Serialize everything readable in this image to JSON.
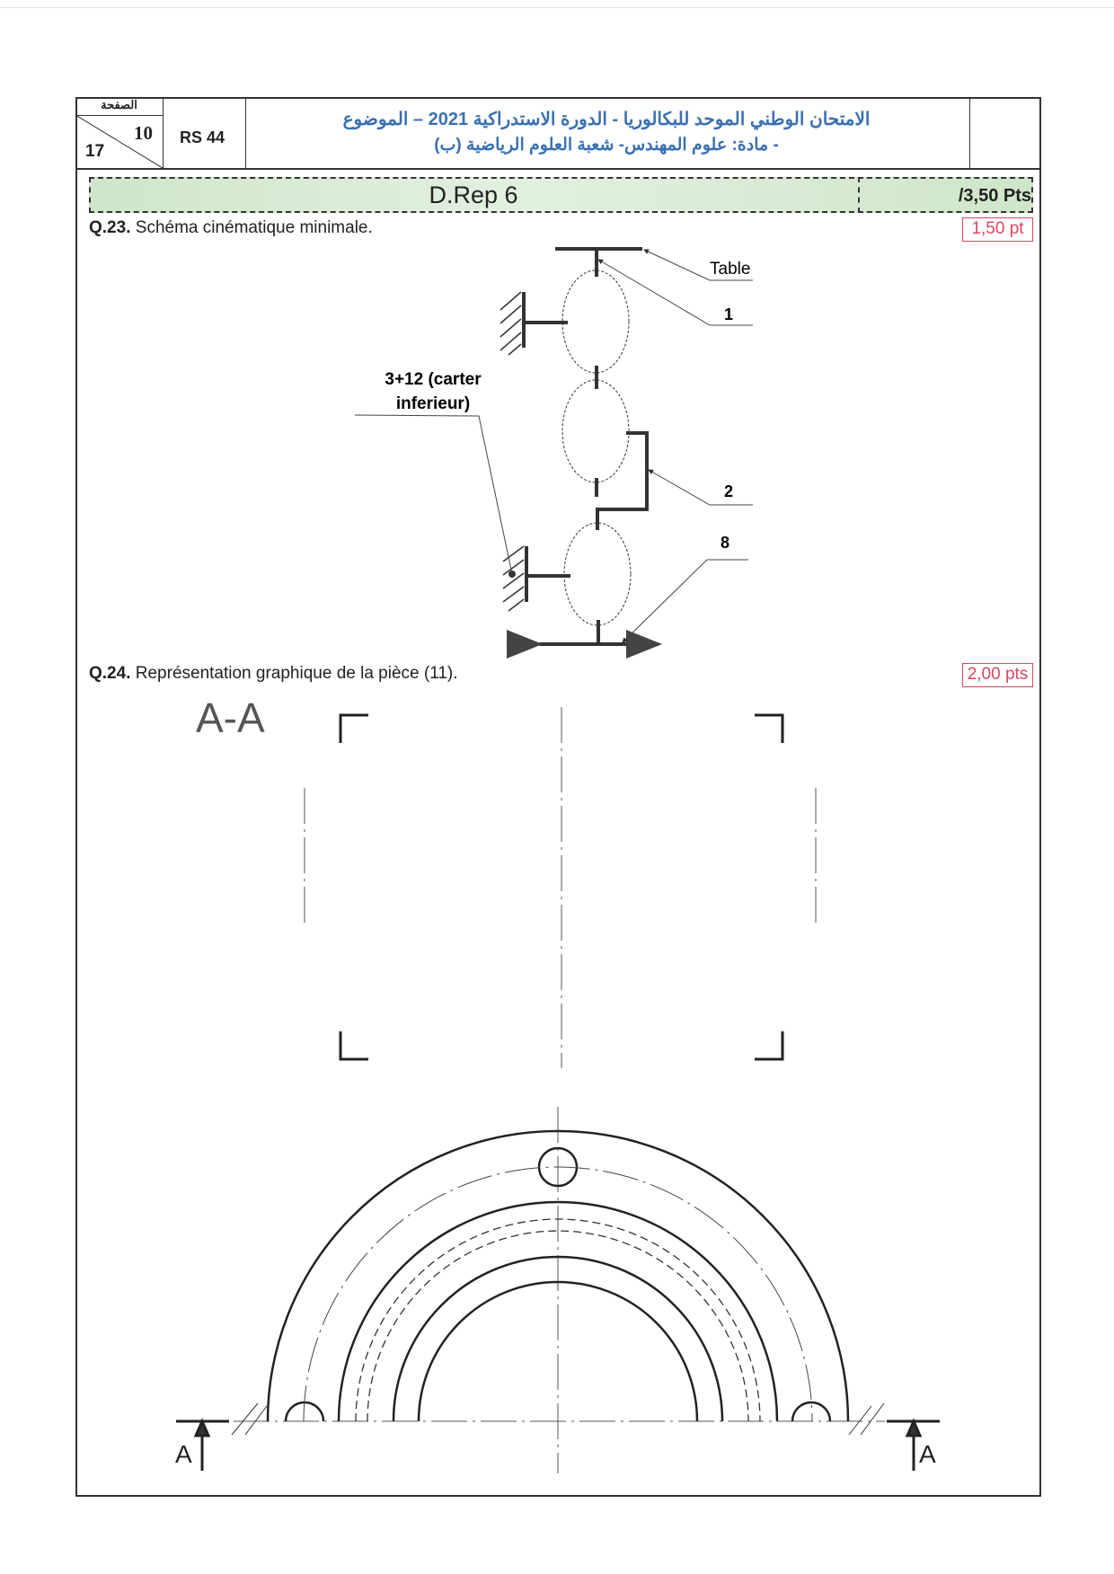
{
  "header": {
    "page_label": "الصفحة",
    "page_number": "10",
    "page_total": "17",
    "code": "RS 44",
    "title_line1": "الامتحان الوطني الموحد للبكالوريا - الدورة الاستدراكية 2021 – الموضوع",
    "title_line2": "- مادة: علوم المهندس- شعبة العلوم الرياضية (ب)"
  },
  "section": {
    "title": "D.Rep 6",
    "total": "/3,50 Pts"
  },
  "q23": {
    "number": "Q.23.",
    "text": "Schéma cinématique minimale.",
    "points": "1,50 pt"
  },
  "diagram": {
    "labels": {
      "table": "Table",
      "one": "1",
      "two": "2",
      "eight": "8",
      "carter_line1": "3+12 (carter",
      "carter_line2": "inferieur)"
    }
  },
  "q24": {
    "number": "Q.24.",
    "text": "Représentation graphique de la pièce (11).",
    "points": "2,00 pts",
    "section_label": "A-A",
    "cut_label": "A"
  }
}
